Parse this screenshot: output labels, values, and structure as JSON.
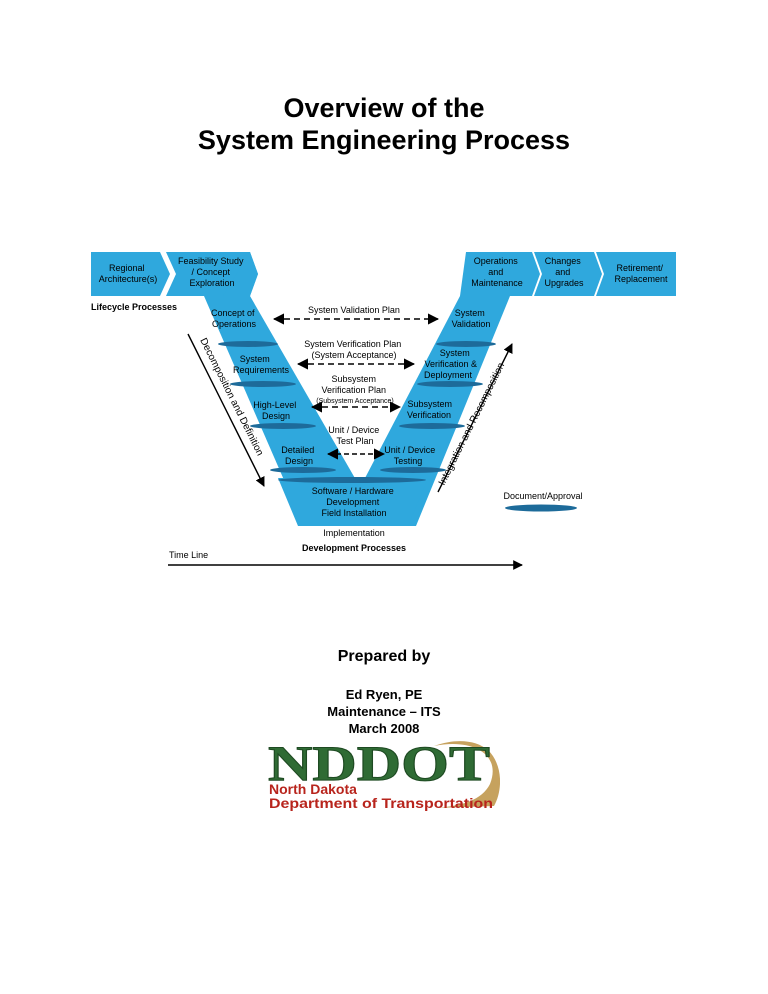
{
  "title": {
    "line1": "Overview of the",
    "line2": "System Engineering Process"
  },
  "diagram": {
    "lifecycle": {
      "regional": [
        "Regional",
        "Architecture(s)"
      ],
      "feasibility": [
        "Feasibility Study",
        "/ Concept",
        "Exploration"
      ],
      "operations": [
        "Operations",
        "and",
        "Maintenance"
      ],
      "changes": [
        "Changes",
        "and",
        "Upgrades"
      ],
      "retirement": [
        "Retirement/",
        "Replacement"
      ],
      "label": "Lifecycle Processes"
    },
    "left_arm": {
      "concept": [
        "Concept of",
        "Operations"
      ],
      "requirements": [
        "System",
        "Requirements"
      ],
      "high_level": [
        "High-Level",
        "Design"
      ],
      "detailed": [
        "Detailed",
        "Design"
      ]
    },
    "right_arm": {
      "validation": [
        "System",
        "Validation"
      ],
      "verification": [
        "System",
        "Verification &",
        "Deployment"
      ],
      "subsystem": [
        "Subsystem",
        "Verification"
      ],
      "unit_testing": [
        "Unit / Device",
        "Testing"
      ]
    },
    "bottom": [
      "Software / Hardware",
      "Development",
      "Field Installation"
    ],
    "plans": {
      "validation": "System Validation Plan",
      "verification": [
        "System Verification Plan",
        "(System Acceptance)"
      ],
      "subsystem": [
        "Subsystem",
        "Verification Plan",
        "(Subsystem Acceptance)"
      ],
      "unit": [
        "Unit / Device",
        "Test Plan"
      ]
    },
    "implementation": "Implementation",
    "development_processes": "Development Processes",
    "decomposition": "Decomposition and Definition",
    "integration": "Integration and Recomposition",
    "document_approval": "Document/Approval",
    "time_line": "Time Line"
  },
  "prepared_by": "Prepared by",
  "author": {
    "name": "Ed Ryen, PE",
    "department": "Maintenance – ITS",
    "date": "March 2008"
  },
  "logo": {
    "wordmark": "NDDOT",
    "line1": "North Dakota",
    "line2": "Department of Transportation"
  },
  "colors": {
    "diagram_blue": "#2fa8dd",
    "band_dark": "#1d6b9a",
    "logo_green": "#2f6b34",
    "logo_red": "#b8241c",
    "logo_tan": "#c6a25e"
  }
}
